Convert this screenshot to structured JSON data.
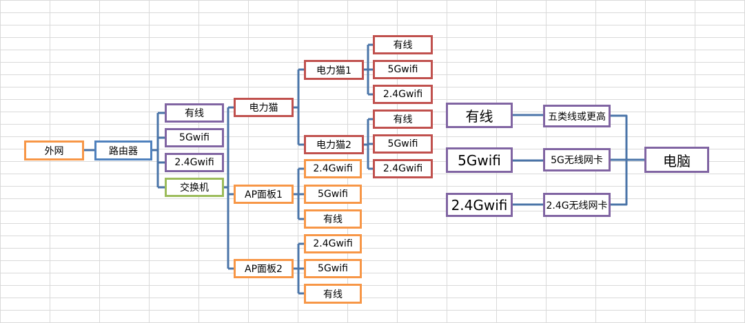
{
  "colors": {
    "connector": "#4a74a8",
    "orange": "#f79646",
    "blue": "#4f81bd",
    "purple": "#8064a2",
    "green": "#9bbb59",
    "red": "#c0504d",
    "grid": "#d9d9d9"
  },
  "tree": {
    "external_net": "外网",
    "router": "路由器",
    "router_children": {
      "wired": "有线",
      "wifi5g": "5Gwifi",
      "wifi24g": "2.4Gwifi",
      "switch": "交换机"
    },
    "powerline": "电力猫",
    "powerline1": {
      "label": "电力猫1",
      "wired": "有线",
      "wifi5g": "5Gwifi",
      "wifi24g": "2.4Gwifi"
    },
    "powerline2": {
      "label": "电力猫2",
      "wired": "有线",
      "wifi5g": "5Gwifi",
      "wifi24g": "2.4Gwifi"
    },
    "ap1": {
      "label": "AP面板1",
      "wifi24g": "2.4Gwifi",
      "wifi5g": "5Gwifi",
      "wired": "有线"
    },
    "ap2": {
      "label": "AP面板2",
      "wifi24g": "2.4Gwifi",
      "wifi5g": "5Gwifi",
      "wired": "有线"
    }
  },
  "pc_links": {
    "wired": "有线",
    "wifi5g": "5Gwifi",
    "wifi24g": "2.4Gwifi",
    "cable": "五类线或更高",
    "card5g": "5G无线网卡",
    "card24g": "2.4G无线网卡",
    "computer": "电脑"
  }
}
